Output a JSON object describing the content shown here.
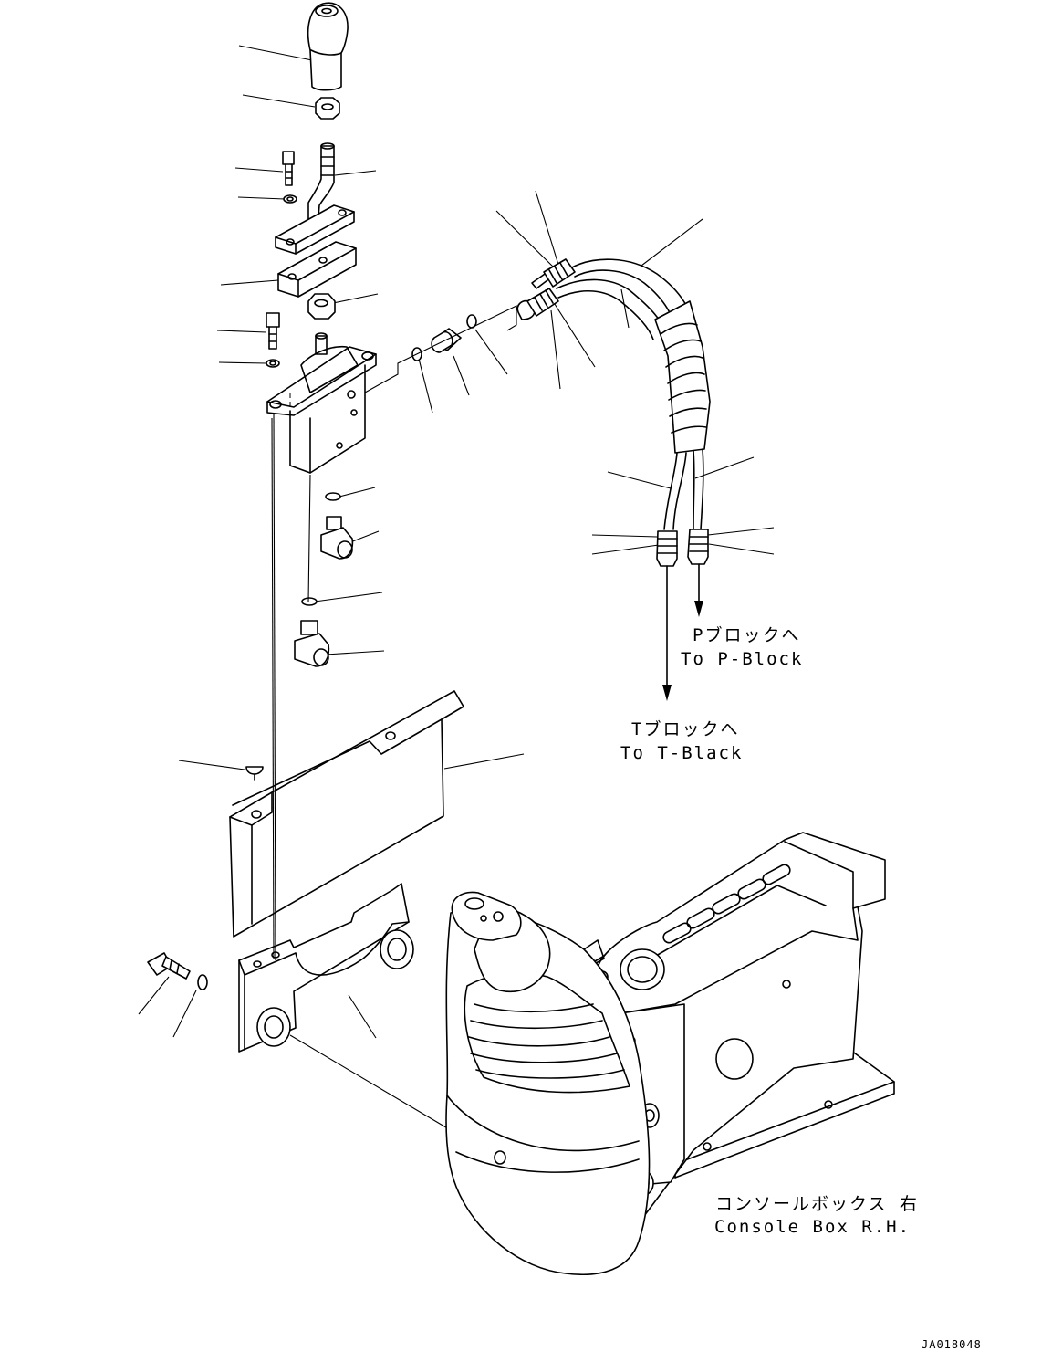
{
  "labels": {
    "p_block_jp": "Pブロックへ",
    "p_block_en": "To P-Block",
    "t_block_jp": "Tブロックへ",
    "t_block_en": "To T-Black",
    "console_jp": "コンソールボックス 右",
    "console_en": "Console Box R.H."
  },
  "drawing_code": "JA018048"
}
